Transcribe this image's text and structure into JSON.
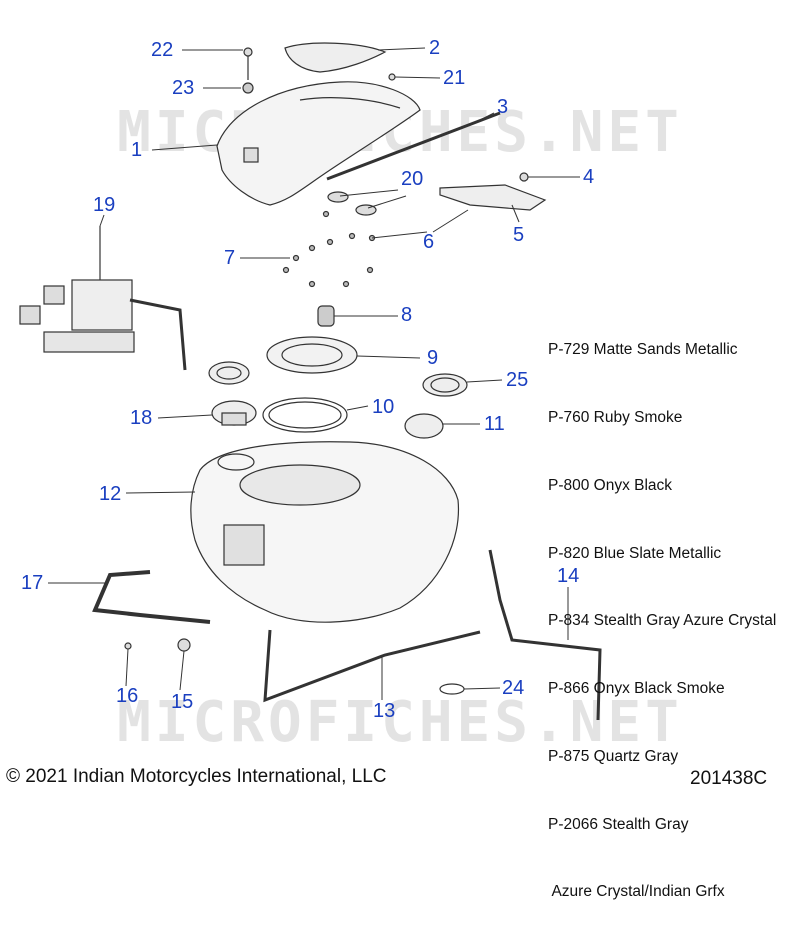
{
  "watermarks": [
    "MICROFICHES.NET",
    "MICROFICHES.NET"
  ],
  "callouts": {
    "c1": "1",
    "c2": "2",
    "c3": "3",
    "c4": "4",
    "c5": "5",
    "c6": "6",
    "c7": "7",
    "c8": "8",
    "c9": "9",
    "c10": "10",
    "c11": "11",
    "c12": "12",
    "c13": "13",
    "c14": "14",
    "c15": "15",
    "c16": "16",
    "c17": "17",
    "c18": "18",
    "c19": "19",
    "c20": "20",
    "c21": "21",
    "c22": "22",
    "c23": "23",
    "c24": "24",
    "c25": "25"
  },
  "legend": [
    "P-729 Matte Sands Metallic",
    "P-760 Ruby Smoke",
    "P-800 Onyx Black",
    "P-820 Blue Slate Metallic",
    "P-834 Stealth Gray Azure Crystal",
    "P-866 Onyx Black Smoke",
    "P-875 Quartz Gray",
    "P-2066 Stealth Gray",
    " Azure Crystal/Indian Grfx"
  ],
  "footer": {
    "copyright": "© 2021 Indian Motorcycles International, LLC",
    "diagram_number": "201438C"
  },
  "colors": {
    "callout": "#1a3fc0",
    "line": "#333333",
    "watermark": "#e3e3e3"
  }
}
